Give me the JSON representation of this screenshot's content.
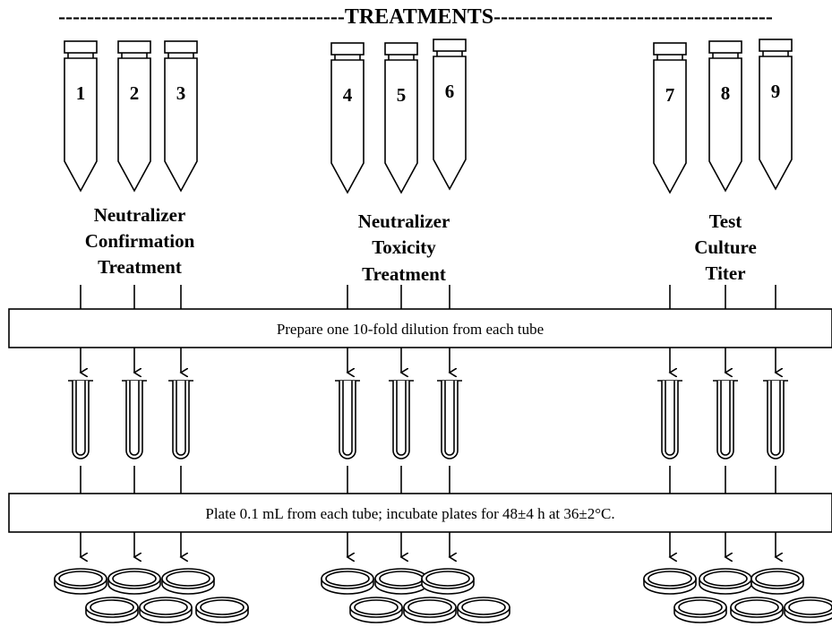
{
  "header": {
    "title": "----------------------------------------TREATMENTS---------------------------------------"
  },
  "groups": [
    {
      "id": "neutralizer-confirmation",
      "label_lines": [
        "Neutralizer",
        "Confirmation",
        "Treatment"
      ],
      "tubes": [
        "1",
        "2",
        "3"
      ]
    },
    {
      "id": "neutralizer-toxicity",
      "label_lines": [
        "Neutralizer",
        "Toxicity",
        "Treatment"
      ],
      "tubes": [
        "4",
        "5",
        "6"
      ]
    },
    {
      "id": "test-culture-titer",
      "label_lines": [
        "Test",
        "Culture",
        "Titer"
      ],
      "tubes": [
        "7",
        "8",
        "9"
      ]
    }
  ],
  "steps": {
    "dilution": "Prepare one 10-fold dilution from each tube",
    "plating": "Plate 0.1 mL from each tube; incubate plates for 48±4 h at 36±2°C."
  }
}
